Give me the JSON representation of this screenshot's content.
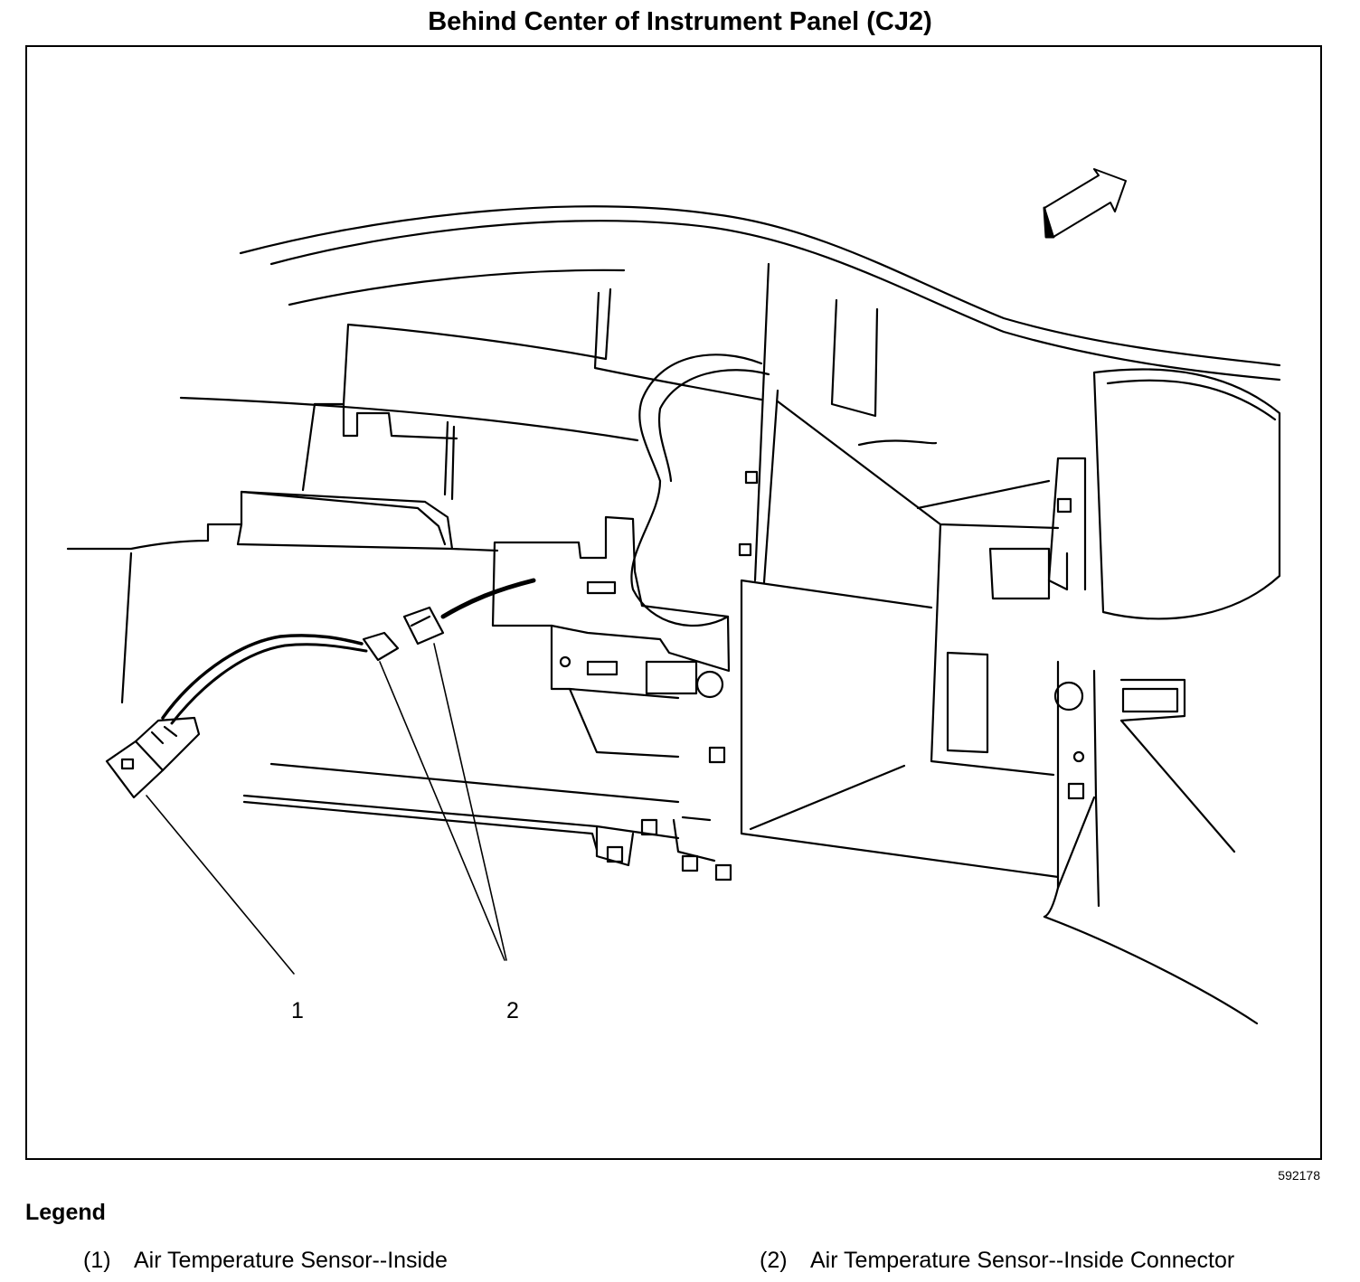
{
  "title": "Behind Center of Instrument Panel (CJ2)",
  "figure_id": "592178",
  "callouts": [
    {
      "label": "1"
    },
    {
      "label": "2"
    }
  ],
  "legend": {
    "title": "Legend",
    "items": [
      {
        "num": "(1)",
        "text": "Air Temperature Sensor--Inside"
      },
      {
        "num": "(2)",
        "text": "Air Temperature Sensor--Inside Connector"
      }
    ]
  },
  "colors": {
    "ink": "#000000",
    "paper": "#ffffff"
  }
}
